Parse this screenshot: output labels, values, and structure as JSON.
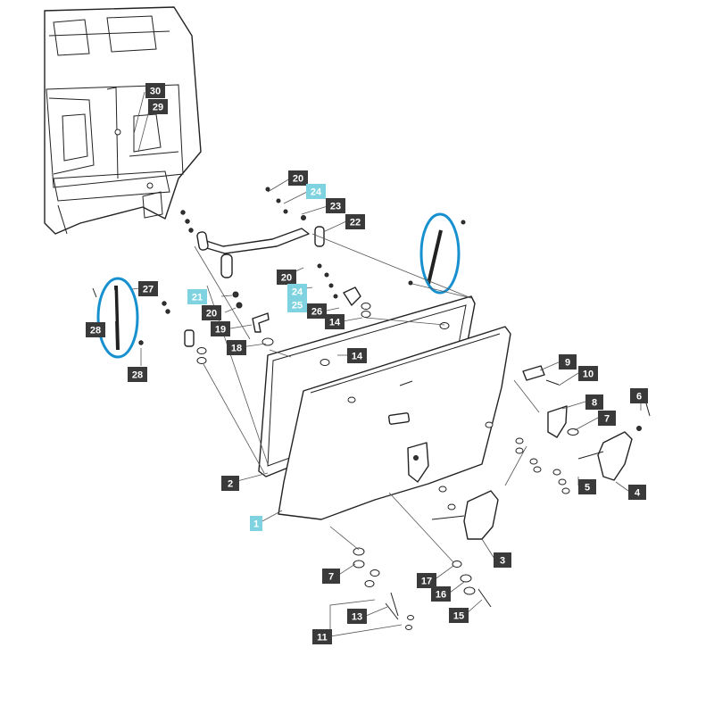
{
  "callouts": [
    {
      "label": "30",
      "style": "dark"
    },
    {
      "label": "29",
      "style": "dark"
    },
    {
      "label": "20",
      "style": "dark"
    },
    {
      "label": "24",
      "style": "cyan"
    },
    {
      "label": "23",
      "style": "dark"
    },
    {
      "label": "22",
      "style": "dark"
    },
    {
      "label": "20",
      "style": "dark"
    },
    {
      "label": "24",
      "style": "cyan"
    },
    {
      "label": "25",
      "style": "cyan"
    },
    {
      "label": "26",
      "style": "dark"
    },
    {
      "label": "14",
      "style": "dark"
    },
    {
      "label": "27",
      "style": "dark"
    },
    {
      "label": "21",
      "style": "cyan"
    },
    {
      "label": "20",
      "style": "dark"
    },
    {
      "label": "19",
      "style": "dark"
    },
    {
      "label": "18",
      "style": "dark"
    },
    {
      "label": "28",
      "style": "dark"
    },
    {
      "label": "28",
      "style": "dark"
    },
    {
      "label": "14",
      "style": "dark"
    },
    {
      "label": "9",
      "style": "dark"
    },
    {
      "label": "10",
      "style": "dark"
    },
    {
      "label": "8",
      "style": "dark"
    },
    {
      "label": "7",
      "style": "dark"
    },
    {
      "label": "6",
      "style": "dark"
    },
    {
      "label": "2",
      "style": "dark"
    },
    {
      "label": "5",
      "style": "dark"
    },
    {
      "label": "4",
      "style": "dark"
    },
    {
      "label": "1",
      "style": "cyan"
    },
    {
      "label": "3",
      "style": "dark"
    },
    {
      "label": "7",
      "style": "dark"
    },
    {
      "label": "17",
      "style": "dark"
    },
    {
      "label": "16",
      "style": "dark"
    },
    {
      "label": "13",
      "style": "dark"
    },
    {
      "label": "15",
      "style": "dark"
    },
    {
      "label": "11",
      "style": "dark"
    }
  ],
  "colors": {
    "callout_dark": "#3a3a3a",
    "callout_cyan": "#7fd3e0",
    "highlight": "#1790d0",
    "line": "#222222"
  }
}
